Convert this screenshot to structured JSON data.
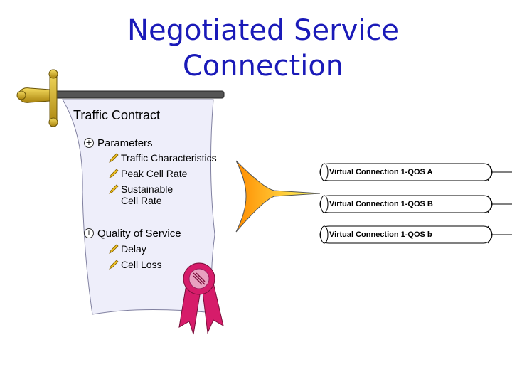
{
  "title": "Negotiated Service Connection",
  "colors": {
    "title": "#1a1ab8",
    "scroll": "#eeeefa",
    "funnel_start": "#ff8c00",
    "funnel_end": "#ffff66",
    "ribbon": "#d61c6a",
    "seal": "#e8a0c0",
    "handle": "#d4b020"
  },
  "contract": {
    "title": "Traffic Contract",
    "sections": [
      {
        "label": "Parameters",
        "items": [
          "Traffic Characteristics",
          "Peak Cell Rate",
          "Sustainable",
          "Cell Rate"
        ]
      },
      {
        "label": "Quality of Service",
        "items": [
          "Delay",
          "Cell Loss"
        ]
      }
    ]
  },
  "connections": [
    "Virtual Connection 1-QOS A",
    "Virtual Connection 1-QOS B",
    "Virtual Connection 1-QOS b"
  ],
  "icons": {
    "expand": "plus-circle-icon",
    "bullet": "pencil-icon",
    "seal": "ribbon-seal-icon",
    "funnel": "funnel-arrow-icon"
  }
}
